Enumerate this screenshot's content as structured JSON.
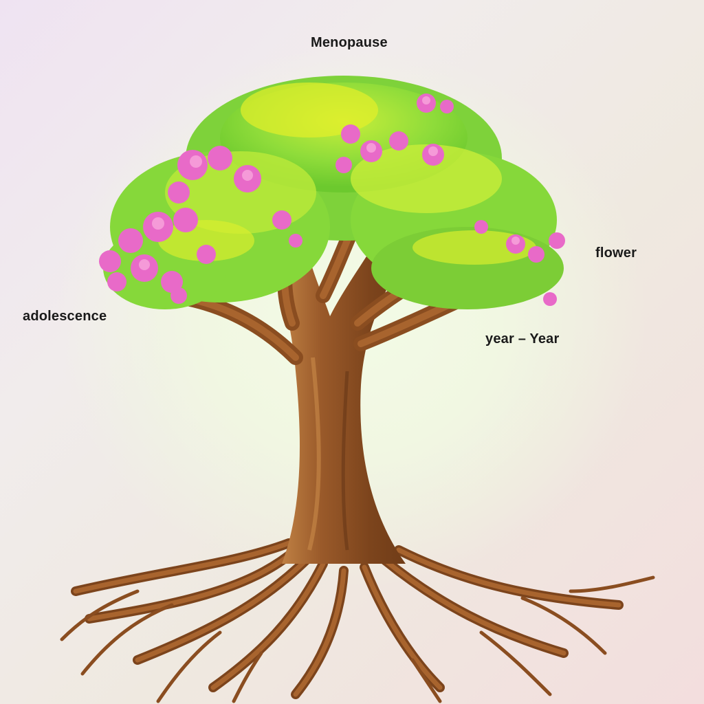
{
  "labels": {
    "top": "Menopause",
    "left": "adolescence",
    "right": "flower",
    "lower_right": "year – Year"
  },
  "colors": {
    "trunk": "#9a5a2a",
    "trunk_light": "#c98a4a",
    "trunk_dark": "#6e3b17",
    "foliage": "#8fdc3a",
    "foliage_highlight": "#e4ef2a",
    "blossom": "#e86ac8",
    "blossom_light": "#f59ad8"
  },
  "icons": [
    "tree-illustration",
    "roots-illustration",
    "blossom-clusters"
  ]
}
